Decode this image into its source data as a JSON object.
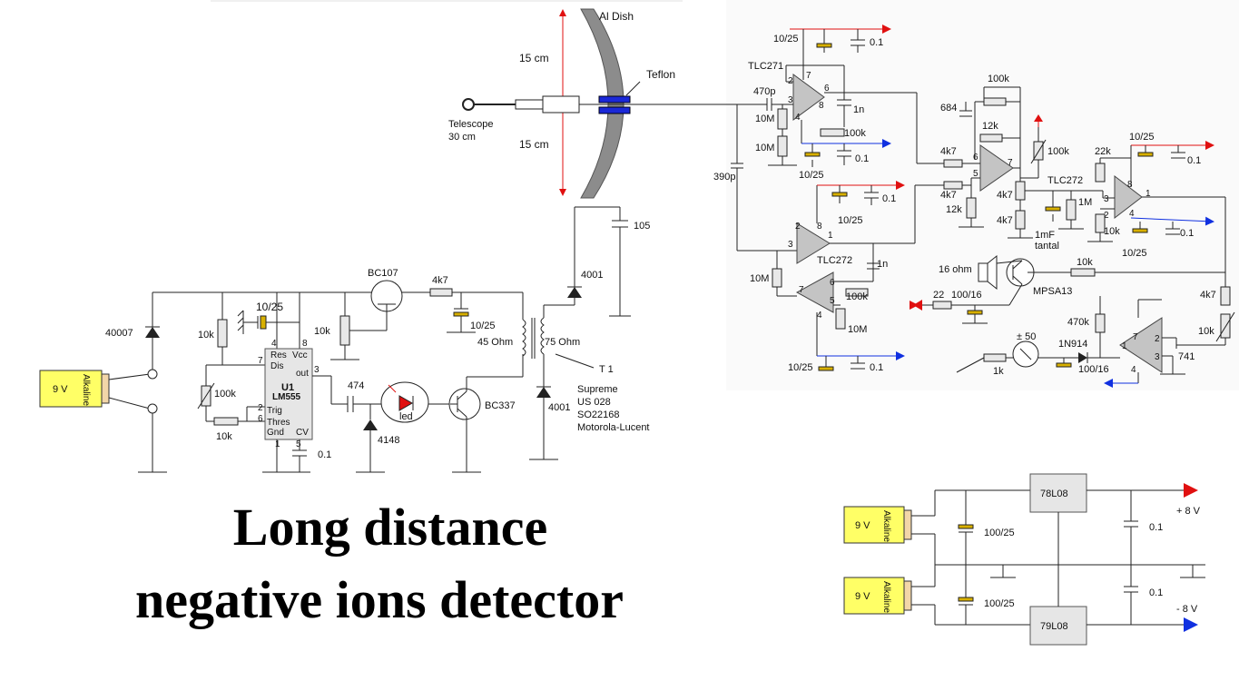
{
  "title": {
    "line1": "Long distance",
    "line2": "negative ions detector"
  },
  "antenna": {
    "dish": "Al Dish",
    "insulator": "Teflon",
    "upper_dim": "15 cm",
    "lower_dim": "15 cm",
    "telescope_line1": "Telescope",
    "telescope_line2": "30 cm",
    "cap_105": "105"
  },
  "hv_generator": {
    "battery_voltage": "9 V",
    "battery_type": "Alkaline",
    "diode_40007": "40007",
    "r_10k_a": "10k",
    "r_100k": "100k",
    "r_10k_b": "10k",
    "cap_10_25_a": "10/25",
    "ic_name": "U1",
    "ic_part": "LM555",
    "pin_4": "4",
    "pin_8": "8",
    "pin_7": "7",
    "pin_res": "Res",
    "pin_vcc": "Vcc",
    "pin_dis": "Dis",
    "pin_3": "3",
    "pin_out": "out",
    "pin_2": "2",
    "pin_trig": "Trig",
    "pin_6": "6",
    "pin_thres": "Thres",
    "pin_gnd": "Gnd",
    "pin_cv": "CV",
    "pin_1": "1",
    "pin_5": "5",
    "cap_01": "0.1",
    "cap_474": "474",
    "diode_4148": "4148",
    "led": "led",
    "q_bc107": "BC107",
    "q_bc337": "BC337",
    "r_10k_pot": "10k",
    "r_4k7": "4k7",
    "cap_10_25_b": "10/25",
    "t_primary": "45 Ohm",
    "t_secondary": "75 Ohm",
    "t_name": "T 1",
    "t_desc1": "Supreme",
    "t_desc2": "US 028",
    "t_desc3": "SO22168",
    "t_desc4": "Motorola-Lucent",
    "diode_4001_top": "4001",
    "diode_4001_bot": "4001"
  },
  "amplifier": {
    "c_10_25_top": "10/25",
    "c_01_top": "0.1",
    "tlc271": "TLC271",
    "c_470p": "470p",
    "r_10m_a": "10M",
    "r_10m_b": "10M",
    "c_1n_a": "1n",
    "r_100k_a": "100k",
    "c_10_25_a": "10/25",
    "c_01_a": "0.1",
    "c_390p": "390p",
    "oa1_pin7": "7",
    "oa1_pin2": "2",
    "oa1_pin3": "3",
    "oa1_pin6": "6",
    "oa1_pin4": "4",
    "oa1_pin8": "8",
    "c_10_25_b": "10/25",
    "c_01_b": "0.1",
    "tlc272_a": "TLC272",
    "oa2_pin2": "2",
    "oa2_pin8": "8",
    "oa2_pin3": "3",
    "oa2_pin1": "1",
    "oa3_pin7": "7",
    "oa3_pin6": "6",
    "oa3_pin4": "4",
    "oa3_pin5": "5",
    "r_10m_c": "10M",
    "c_1n_b": "1n",
    "r_100k_b": "100k",
    "r_10m_d": "10M",
    "c_10_25_c": "10/25",
    "c_01_c": "0.1",
    "r_100k_fb": "100k",
    "c_684": "684",
    "r_12k_fb": "12k",
    "r_4k7_in1": "4k7",
    "r_4k7_in2": "4k7",
    "r_12k_g": "12k",
    "oa4_pin6": "6",
    "oa4_pin5": "5",
    "oa4_pin7": "7",
    "r_100k_trim": "100k",
    "r_4k7_out": "4k7",
    "r_4k7_g": "4k7",
    "tlc272_b": "TLC272",
    "c_1mf": "1mF",
    "c_tantal": "tantal",
    "r_1m": "1M",
    "r_22k": "22k",
    "r_10k_g": "10k",
    "c_10_25_d": "10/25",
    "c_01_d": "0.1",
    "c_10_25_e": "10/25",
    "c_01_e": "0.1",
    "oa5_pin3": "3",
    "oa5_pin8": "8",
    "oa5_pin1": "1",
    "oa5_pin2": "2",
    "oa5_pin4": "4",
    "speaker": "16 ohm",
    "r_10k_base": "10k",
    "q_mpsa13": "MPSA13",
    "r_22": "22",
    "c_100_16_a": "100/16",
    "meter": "± 50",
    "r_1k": "1k",
    "d_1n914": "1N914",
    "c_100_16_b": "100/16",
    "r_470k": "470k",
    "r_4k7_r": "4k7",
    "r_10k_r": "10k",
    "oa6_pin1": "1",
    "oa6_pin7": "7",
    "oa6_pin2": "2",
    "oa6_pin3": "3",
    "oa6_pin4": "4",
    "ic_741": "741"
  },
  "psu": {
    "bat1_voltage": "9 V",
    "bat1_type": "Alkaline",
    "bat2_voltage": "9 V",
    "bat2_type": "Alkaline",
    "c_100_25_a": "100/25",
    "c_100_25_b": "100/25",
    "reg_pos": "78L08",
    "reg_neg": "79L08",
    "c_01_a": "0.1",
    "c_01_b": "0.1",
    "out_pos": "+ 8 V",
    "out_neg": "- 8 V"
  },
  "colors": {
    "red_arrow": "#e01010",
    "blue_arrow": "#1030e0",
    "battery": "#ffff66",
    "dish": "#8a8a8a",
    "teflon": "#1a28d8"
  }
}
